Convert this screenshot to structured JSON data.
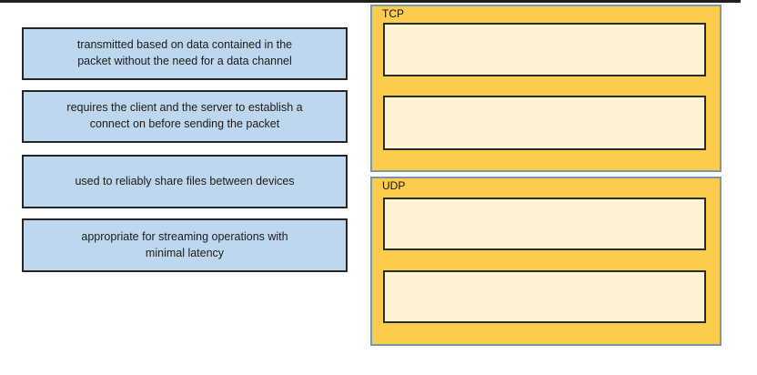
{
  "colors": {
    "card_fill": "#bdd7ee",
    "card_border": "#262626",
    "bin_fill": "#fccd4d",
    "bin_border": "#7e97a8",
    "slot_fill": "#fdf2d2",
    "slot_border": "#2a2a2a",
    "text": "#1b1b1b",
    "top_divider": "#1f1f1f"
  },
  "cards": [
    {
      "text": "transmitted based on data contained in the\npacket without the need for a data channel"
    },
    {
      "text": "requires the client and the server to establish a\nconnect on before sending the packet"
    },
    {
      "text": "used to reliably share files between devices"
    },
    {
      "text": "appropriate for streaming operations with\nminimal latency"
    }
  ],
  "bins": [
    {
      "label": "TCP",
      "slots": [
        "",
        ""
      ]
    },
    {
      "label": "UDP",
      "slots": [
        "",
        ""
      ]
    }
  ]
}
